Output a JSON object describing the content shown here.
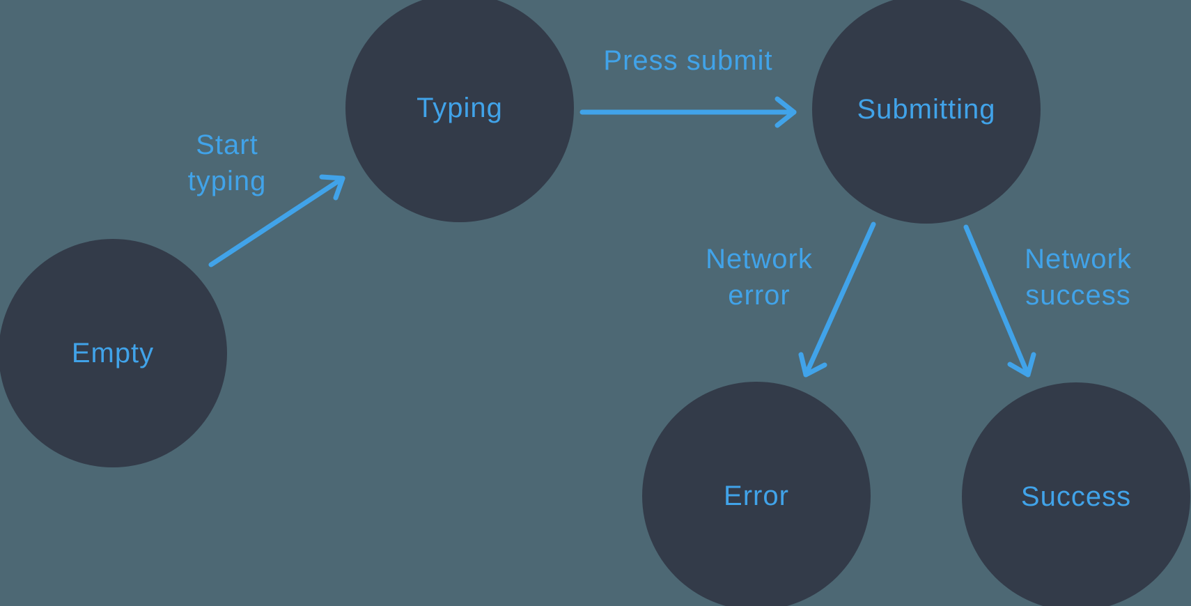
{
  "diagram": {
    "type": "state-machine",
    "states": [
      {
        "id": "empty",
        "label": "Empty"
      },
      {
        "id": "typing",
        "label": "Typing"
      },
      {
        "id": "submitting",
        "label": "Submitting"
      },
      {
        "id": "error",
        "label": "Error"
      },
      {
        "id": "success",
        "label": "Success"
      }
    ],
    "transitions": [
      {
        "from": "empty",
        "to": "typing",
        "label": "Start typing"
      },
      {
        "from": "typing",
        "to": "submitting",
        "label": "Press submit"
      },
      {
        "from": "submitting",
        "to": "error",
        "label": "Network error"
      },
      {
        "from": "submitting",
        "to": "success",
        "label": "Network success"
      }
    ],
    "colors": {
      "background": "#4d6874",
      "node_fill": "#333b49",
      "accent": "#41a3e9"
    }
  }
}
